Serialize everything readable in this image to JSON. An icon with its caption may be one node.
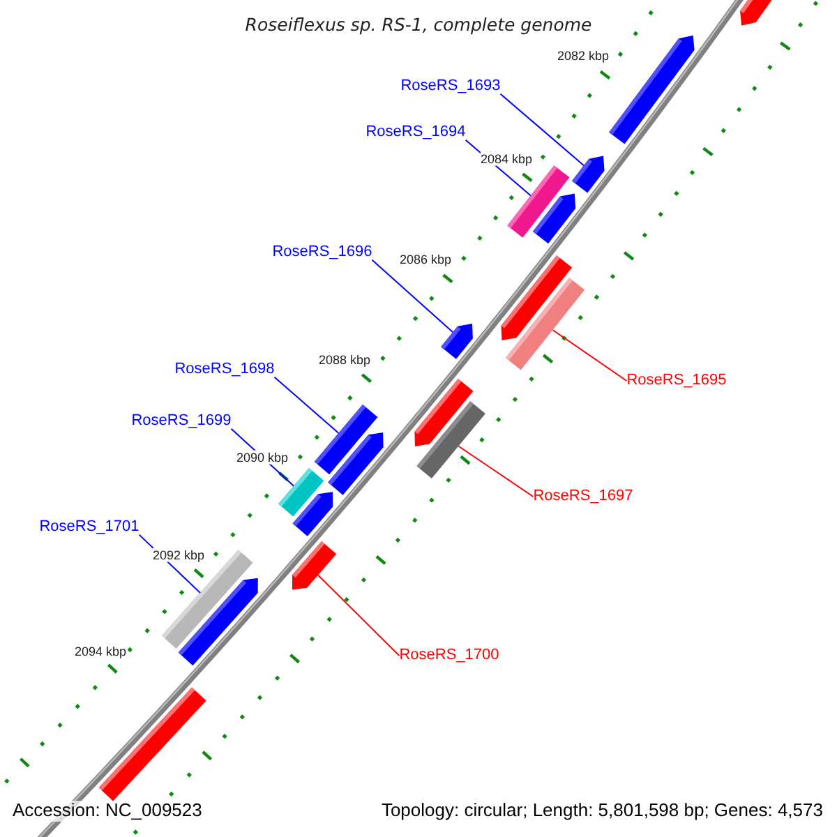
{
  "diagram": {
    "title": "Roseiflexus sp. RS-1, complete genome",
    "nodes": [
      {
        "text": [
          "RoseRS_1693"
        ]
      },
      {
        "text": [
          "RoseRS_1694"
        ]
      },
      {
        "text": [
          "RoseRS_1695"
        ]
      },
      {
        "text": [
          "RoseRS_1696"
        ]
      },
      {
        "text": [
          "RoseRS_1697"
        ]
      },
      {
        "text": [
          "RoseRS_1698"
        ]
      },
      {
        "text": [
          "RoseRS_1699"
        ]
      },
      {
        "text": [
          "RoseRS_1700"
        ]
      },
      {
        "text": [
          "RoseRS_1701"
        ]
      },
      {
        "text": [],
        "shape": "pentagon"
      },
      {
        "text": [],
        "shape": "pentagon"
      },
      {
        "text": [],
        "shape": "pentagon"
      },
      {
        "text": [],
        "shape": "bar"
      },
      {
        "text": [],
        "shape": "pentagon"
      },
      {
        "text": [],
        "shape": "pentagon"
      },
      {
        "text": [],
        "shape": "bar"
      },
      {
        "text": [],
        "shape": "pentagon"
      },
      {
        "text": [],
        "shape": "pentagon"
      },
      {
        "text": [],
        "shape": "bar"
      },
      {
        "text": [],
        "shape": "bar"
      },
      {
        "text": [],
        "shape": "pentagon"
      },
      {
        "text": [],
        "shape": "bar"
      },
      {
        "text": [],
        "shape": "pentagon"
      },
      {
        "text": [],
        "shape": "pentagon"
      },
      {
        "text": [],
        "shape": "bar"
      },
      {
        "text": [],
        "shape": "pentagon"
      },
      {
        "text": [],
        "shape": "bar"
      }
    ],
    "edges": [
      {
        "from": 0,
        "to": 11,
        "arrow": "none"
      },
      {
        "from": 1,
        "to": 12,
        "arrow": "none"
      },
      {
        "from": 2,
        "to": 15,
        "arrow": "none",
        "color": "#ff0000"
      },
      {
        "from": 3,
        "to": 16,
        "arrow": "none"
      },
      {
        "from": 4,
        "to": 18,
        "arrow": "none",
        "color": "#ff0000"
      },
      {
        "from": 5,
        "to": 19,
        "arrow": "none"
      },
      {
        "from": 6,
        "to": 21,
        "arrow": "none"
      },
      {
        "from": 7,
        "to": 23,
        "arrow": "none",
        "color": "#ff0000"
      },
      {
        "from": 8,
        "to": 24,
        "arrow": "none"
      }
    ],
    "labels": [
      "2082 kbp",
      "2084 kbp",
      "2086 kbp",
      "2088 kbp",
      "2090 kbp",
      "2092 kbp",
      "2094 kbp",
      "Accession: NC_009523",
      "Topology: circular; Length: 5,801,598 bp; Genes: 4,573"
    ]
  }
}
